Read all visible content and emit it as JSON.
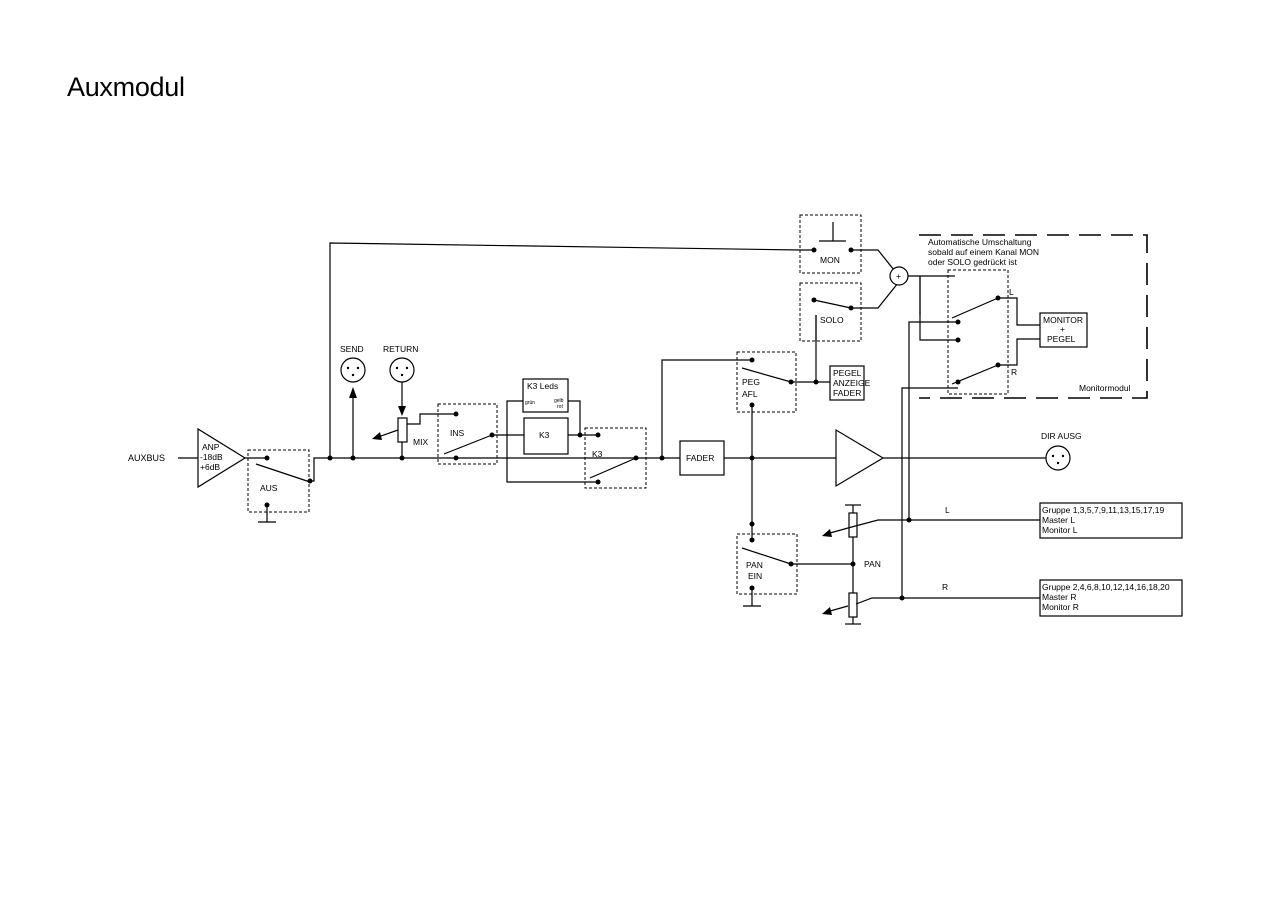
{
  "title": "Auxmodul",
  "labels": {
    "auxbus": "AUXBUS",
    "anp": [
      "ANP",
      "-18dB",
      "+6dB"
    ],
    "aus": "AUS",
    "send": "SEND",
    "return": "RETURN",
    "mix": "MIX",
    "ins": "INS",
    "k3_leds": "K3 Leds",
    "gruen": "grün",
    "gelb_rot": [
      "gelb",
      "rot"
    ],
    "k3_box": "K3",
    "k3_switch": "K3",
    "fader": "FADER",
    "peg_afl": [
      "PEG",
      "AFL"
    ],
    "pegel_anzeige": [
      "PEGEL",
      "ANZEIGE",
      "FADER"
    ],
    "mon": "MON",
    "solo": "SOLO",
    "auto_note": [
      "Automatische Umschaltung",
      "sobald auf einem Kanal MON",
      "oder SOLO gedrückt ist"
    ],
    "monitor_pegel": [
      "MONITOR",
      "+",
      "PEGEL"
    ],
    "monitormodul": "Monitormodul",
    "l_top": "L",
    "r_top": "R",
    "plus": "+",
    "dir_ausg": "DIR AUSG",
    "l": "L",
    "r": "R",
    "pan": "PAN",
    "pan_ein": [
      "PAN",
      "EIN"
    ],
    "group_l": [
      "Gruppe  1,3,5,7,9,11,13,15,17,19",
      "Master L",
      "Monitor L"
    ],
    "group_r": [
      "Gruppe  2,4,6,8,10,12,14,16,18,20",
      "Master R",
      "Monitor R"
    ]
  }
}
